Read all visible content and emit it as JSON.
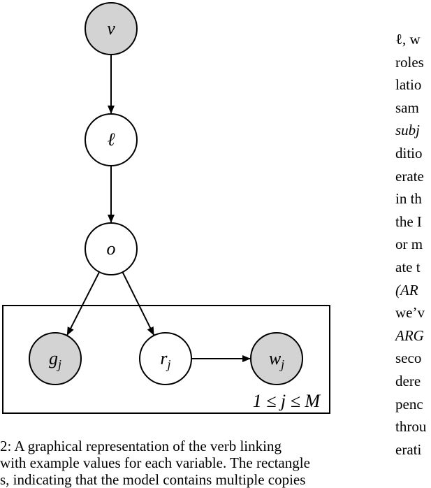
{
  "figure": {
    "nodes": [
      {
        "id": "v",
        "label": "v",
        "observed": true
      },
      {
        "id": "l",
        "label": "ℓ",
        "observed": false
      },
      {
        "id": "o",
        "label": "o",
        "observed": false
      },
      {
        "id": "g",
        "label": "gj",
        "observed": true
      },
      {
        "id": "r",
        "label": "rj",
        "observed": false
      },
      {
        "id": "w",
        "label": "wj",
        "observed": true
      }
    ],
    "edges": [
      {
        "from": "v",
        "to": "l"
      },
      {
        "from": "l",
        "to": "o"
      },
      {
        "from": "o",
        "to": "g"
      },
      {
        "from": "o",
        "to": "r"
      },
      {
        "from": "r",
        "to": "w"
      }
    ],
    "plate_label": "1 ≤ j ≤ M",
    "colors": {
      "observed_fill": "#d3d3d3",
      "latent_fill": "#ffffff",
      "stroke": "#000000"
    }
  },
  "caption": {
    "lines": [
      "2:  A graphical representation of the verb linking",
      "with example values for each variable. The rectangle",
      "s, indicating that the model contains multiple copies"
    ]
  },
  "right_column": {
    "lines": [
      "ℓ,  w",
      "roles",
      "latio",
      "sam",
      "subj",
      "ditio",
      "erate",
      "in th",
      "the I",
      "or m",
      "ate t",
      "(AR",
      "we’v",
      "ARG",
      "seco",
      "dere",
      "penc",
      "throu",
      "erati"
    ]
  }
}
